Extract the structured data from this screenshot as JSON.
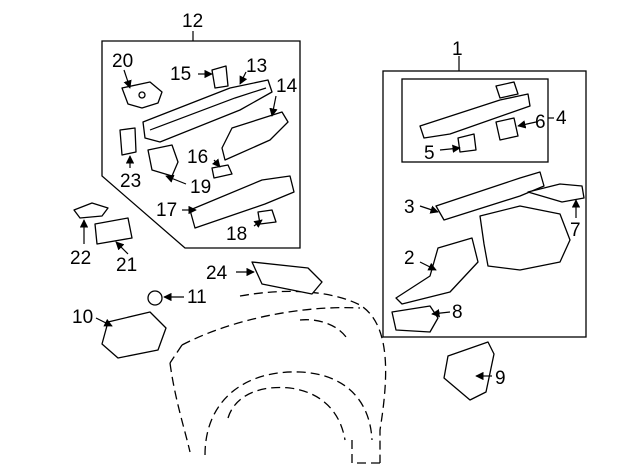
{
  "callouts": {
    "c1": "1",
    "c2": "2",
    "c3": "3",
    "c4": "4",
    "c5": "5",
    "c6": "6",
    "c7": "7",
    "c8": "8",
    "c9": "9",
    "c10": "10",
    "c11": "11",
    "c12": "12",
    "c13": "13",
    "c14": "14",
    "c15": "15",
    "c16": "16",
    "c17": "17",
    "c18": "18",
    "c19": "19",
    "c20": "20",
    "c21": "21",
    "c22": "22",
    "c23": "23",
    "c24": "24"
  }
}
